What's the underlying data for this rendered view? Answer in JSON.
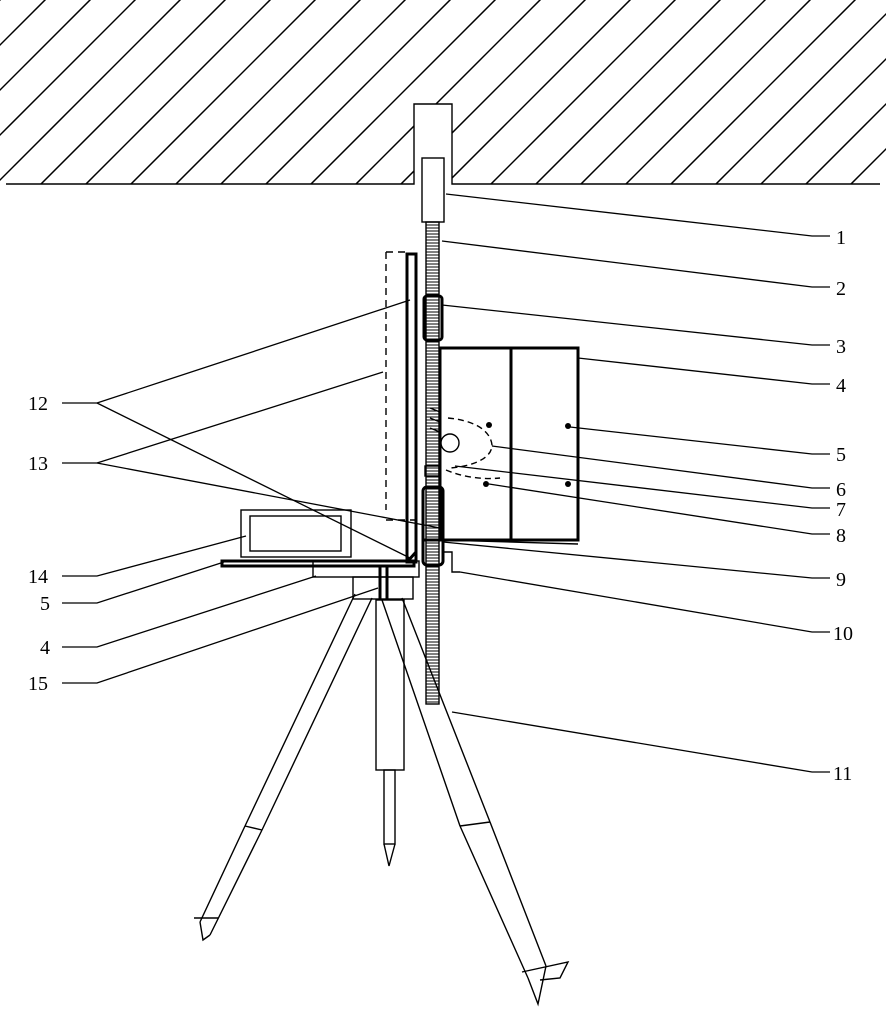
{
  "figure": {
    "labels": [
      {
        "id": "l1",
        "text": "1"
      },
      {
        "id": "l2",
        "text": "2"
      },
      {
        "id": "l3",
        "text": "3"
      },
      {
        "id": "l4",
        "text": "4"
      },
      {
        "id": "l5",
        "text": "5"
      },
      {
        "id": "l6",
        "text": "6"
      },
      {
        "id": "l7",
        "text": "7"
      },
      {
        "id": "l8",
        "text": "8"
      },
      {
        "id": "l9",
        "text": "9"
      },
      {
        "id": "l10",
        "text": "10"
      },
      {
        "id": "l11",
        "text": "11"
      },
      {
        "id": "l12",
        "text": "12"
      },
      {
        "id": "l13",
        "text": "13"
      },
      {
        "id": "l14",
        "text": "14"
      },
      {
        "id": "l5b",
        "text": "5"
      },
      {
        "id": "l4b",
        "text": "4"
      },
      {
        "id": "l15",
        "text": "15"
      }
    ]
  }
}
